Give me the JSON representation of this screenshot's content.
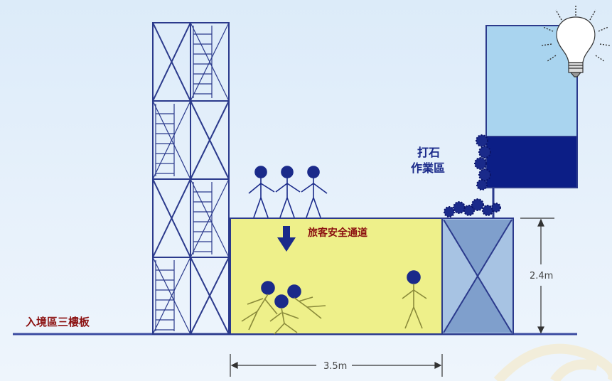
{
  "labels": {
    "floor": "入境區三樓板",
    "passage": "旅客安全通道",
    "work_area_line1": "打石",
    "work_area_line2": "作業區",
    "height_dim": "2.4m",
    "width_dim": "3.5m"
  },
  "colors": {
    "background": "#e3eefa",
    "scaffold": "#2b3a8c",
    "passage_fill": "#eef08a",
    "bin_light": "#a9d4ef",
    "bin_dark": "#0c1e86",
    "figure": "#1a2a8a",
    "support_fill": "#a7c3e3",
    "arrow": "#1a2a8a"
  },
  "icons": [
    "light-bulb-icon",
    "down-arrow-icon"
  ]
}
